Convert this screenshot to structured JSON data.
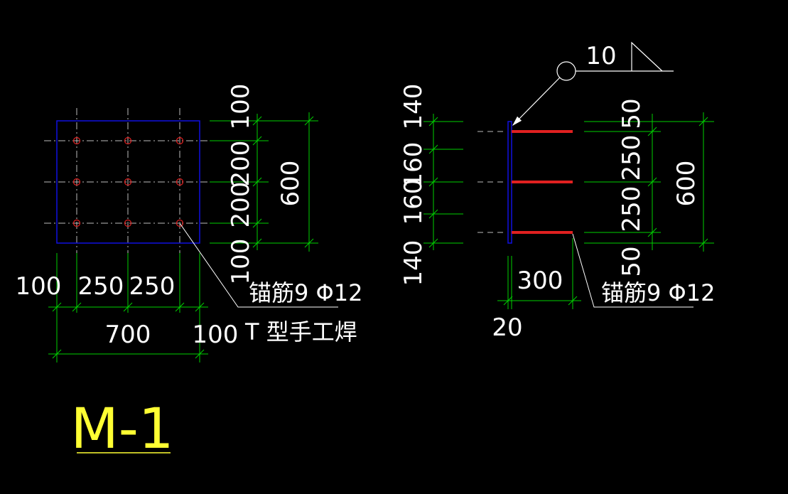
{
  "colors": {
    "background": "#000000",
    "plate_outline": "#1010e0",
    "dimension": "#00d000",
    "anchor_bar": "#e02020",
    "text": "#ffffff",
    "title": "#ffff33",
    "leader": "#ffffff"
  },
  "plan_view": {
    "dims_vertical": [
      "100",
      "200",
      "200",
      "100"
    ],
    "dim_total_vertical": "600",
    "dims_horizontal": [
      "100",
      "250",
      "250",
      "100"
    ],
    "dim_total_horizontal": "700",
    "note_line1": "锚筋9 Φ12",
    "note_line2": "T 型手工焊"
  },
  "section_view": {
    "weld_size": "10",
    "dims_left": [
      "140",
      "160",
      "160",
      "140"
    ],
    "dims_right": [
      "50",
      "250",
      "250",
      "50"
    ],
    "dim_total_right": "600",
    "dim_length": "300",
    "dim_plate_thickness": "20",
    "note": "锚筋9 Φ12"
  },
  "title": "M-1"
}
